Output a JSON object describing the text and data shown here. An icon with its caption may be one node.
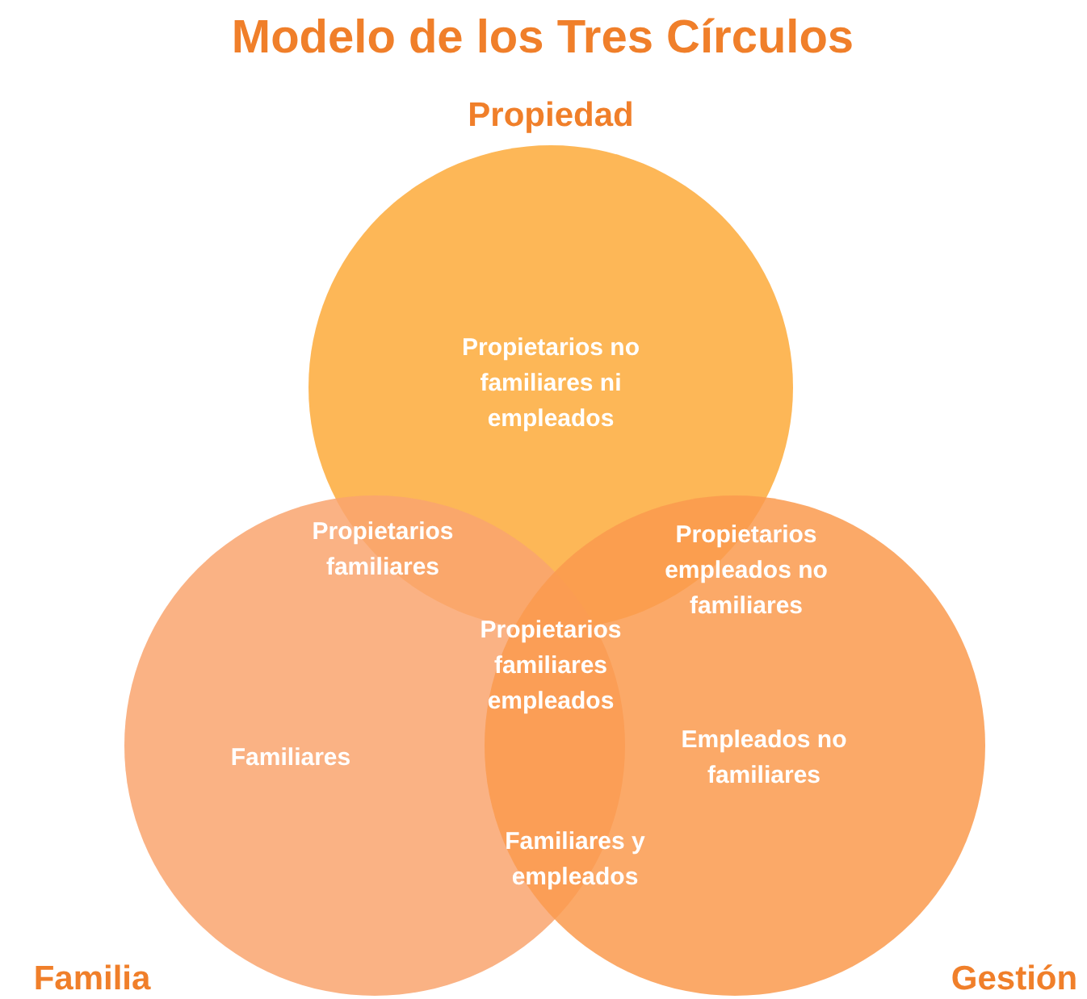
{
  "diagram": {
    "title": "Modelo de los Tres Círculos",
    "nodes": [
      {
        "text": [
          "Propiedad",
          "Propietarios no familiares ni empleados"
        ]
      },
      {
        "text": [
          "Familia",
          "Familiares"
        ]
      },
      {
        "text": [
          "Gestión",
          "Empleados no familiares"
        ]
      }
    ],
    "edges": [],
    "labels": [
      "Propietarios familiares",
      "Propietarios empleados no familiares",
      "Propietarios familiares empleados",
      "Familiares y empleados"
    ]
  }
}
